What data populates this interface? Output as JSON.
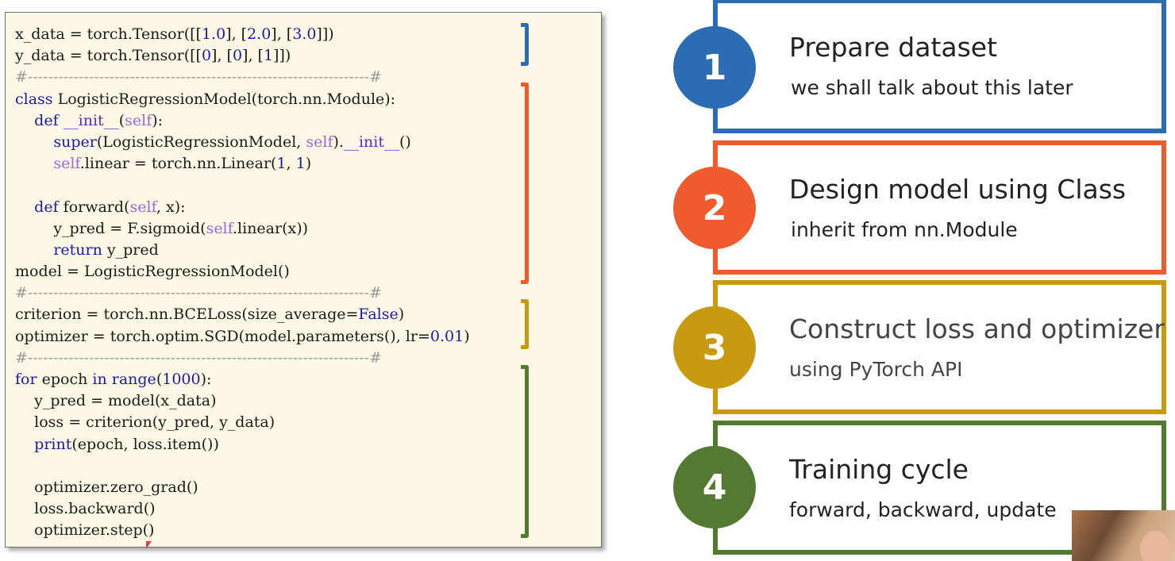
{
  "code_lines": [
    [
      {
        "t": "x_data = torch.Tensor([["
      },
      {
        "t": "1.0",
        "c": "num"
      },
      {
        "t": "], ["
      },
      {
        "t": "2.0",
        "c": "num"
      },
      {
        "t": "], ["
      },
      {
        "t": "3.0",
        "c": "num"
      },
      {
        "t": "]])"
      }
    ],
    [
      {
        "t": "y_data = torch.Tensor([["
      },
      {
        "t": "0",
        "c": "num"
      },
      {
        "t": "], ["
      },
      {
        "t": "0",
        "c": "num"
      },
      {
        "t": "], ["
      },
      {
        "t": "1",
        "c": "num"
      },
      {
        "t": "]])"
      }
    ],
    [
      {
        "t": "#-------------------------------------------------------------------#",
        "c": "sep"
      }
    ],
    [
      {
        "t": "class",
        "c": "kw"
      },
      {
        "t": " LogisticRegressionModel(torch.nn.Module):"
      }
    ],
    [
      {
        "t": "    "
      },
      {
        "t": "def",
        "c": "kw"
      },
      {
        "t": " "
      },
      {
        "t": "__init__",
        "c": "magic"
      },
      {
        "t": "("
      },
      {
        "t": "self",
        "c": "self"
      },
      {
        "t": "):"
      }
    ],
    [
      {
        "t": "        "
      },
      {
        "t": "super",
        "c": "bi"
      },
      {
        "t": "(LogisticRegressionModel, "
      },
      {
        "t": "self",
        "c": "self"
      },
      {
        "t": ")."
      },
      {
        "t": "__init__",
        "c": "magic"
      },
      {
        "t": "()"
      }
    ],
    [
      {
        "t": "        "
      },
      {
        "t": "self",
        "c": "self"
      },
      {
        "t": ".linear = torch.nn.Linear("
      },
      {
        "t": "1",
        "c": "num"
      },
      {
        "t": ", "
      },
      {
        "t": "1",
        "c": "num"
      },
      {
        "t": ")"
      }
    ],
    [
      {
        "t": ""
      }
    ],
    [
      {
        "t": "    "
      },
      {
        "t": "def",
        "c": "kw"
      },
      {
        "t": " forward("
      },
      {
        "t": "self",
        "c": "self"
      },
      {
        "t": ", x):"
      }
    ],
    [
      {
        "t": "        y_pred = F.sigmoid("
      },
      {
        "t": "self",
        "c": "self"
      },
      {
        "t": ".linear(x))"
      }
    ],
    [
      {
        "t": "        "
      },
      {
        "t": "return",
        "c": "kw"
      },
      {
        "t": " y_pred"
      }
    ],
    [
      {
        "t": "model = LogisticRegressionModel()"
      }
    ],
    [
      {
        "t": "#-------------------------------------------------------------------#",
        "c": "sep"
      }
    ],
    [
      {
        "t": "criterion = torch.nn.BCELoss(size_average="
      },
      {
        "t": "False",
        "c": "kw"
      },
      {
        "t": ")"
      }
    ],
    [
      {
        "t": "optimizer = torch.optim.SGD(model.parameters(), lr="
      },
      {
        "t": "0.01",
        "c": "num"
      },
      {
        "t": ")"
      }
    ],
    [
      {
        "t": "#-------------------------------------------------------------------#",
        "c": "sep"
      }
    ],
    [
      {
        "t": "for",
        "c": "kw"
      },
      {
        "t": " epoch "
      },
      {
        "t": "in",
        "c": "kw"
      },
      {
        "t": " "
      },
      {
        "t": "range",
        "c": "bi"
      },
      {
        "t": "("
      },
      {
        "t": "1000",
        "c": "num"
      },
      {
        "t": "):"
      }
    ],
    [
      {
        "t": "    y_pred = model(x_data)"
      }
    ],
    [
      {
        "t": "    loss = criterion(y_pred, y_data)"
      }
    ],
    [
      {
        "t": "    "
      },
      {
        "t": "print",
        "c": "bi"
      },
      {
        "t": "(epoch, loss.item())"
      }
    ],
    [
      {
        "t": ""
      }
    ],
    [
      {
        "t": "    optimizer.zero_grad()"
      }
    ],
    [
      {
        "t": "    loss.backward()"
      }
    ],
    [
      {
        "t": "    optimizer.step()"
      }
    ]
  ],
  "steps": [
    {
      "number": "1",
      "title": "Prepare dataset",
      "subtitle": "we shall talk about this later",
      "color": "#2b6cb4"
    },
    {
      "number": "2",
      "title": "Design model using Class",
      "subtitle": "inherit from nn.Module",
      "color": "#ef5b2c"
    },
    {
      "number": "3",
      "title": "Construct loss and optimizer",
      "subtitle": "using PyTorch API",
      "color": "#c89a10"
    },
    {
      "number": "4",
      "title": "Training cycle",
      "subtitle": "forward, backward, update",
      "color": "#527a30"
    }
  ]
}
